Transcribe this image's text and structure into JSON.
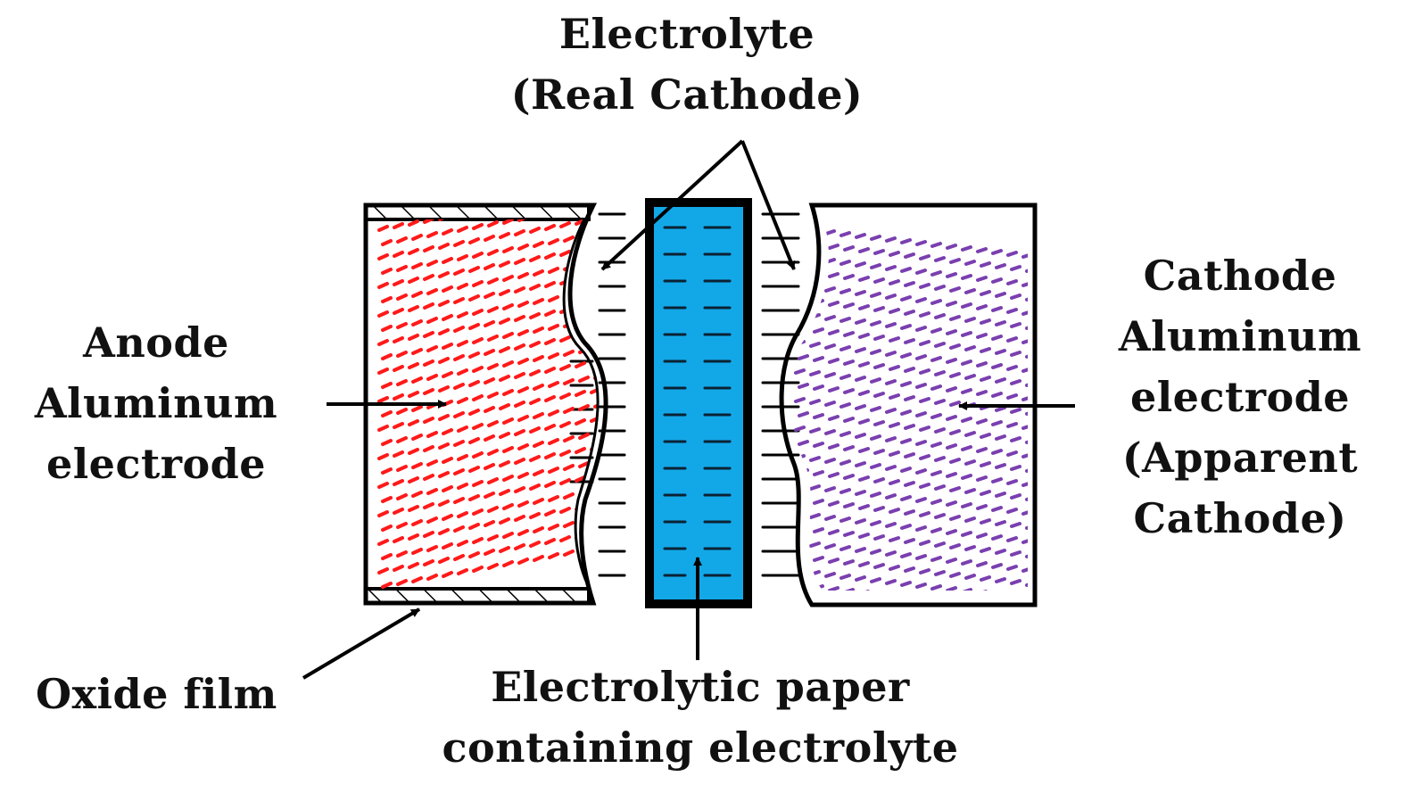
{
  "labels": {
    "electrolyte": [
      "Electrolyte",
      "(Real Cathode)"
    ],
    "anode": [
      "Anode",
      "Aluminum",
      "electrode"
    ],
    "cathode": [
      "Cathode",
      "Aluminum",
      "electrode",
      "(Apparent",
      "Cathode)"
    ],
    "oxide_film": [
      "Oxide film"
    ],
    "paper": [
      "Electrolytic paper",
      "containing electrolyte"
    ]
  },
  "colors": {
    "anode_dash": "#ff1a1a",
    "cathode_dash": "#7a3fb0",
    "paper_fill": "#12a8e8",
    "outline": "#000000",
    "text": "#111111"
  }
}
